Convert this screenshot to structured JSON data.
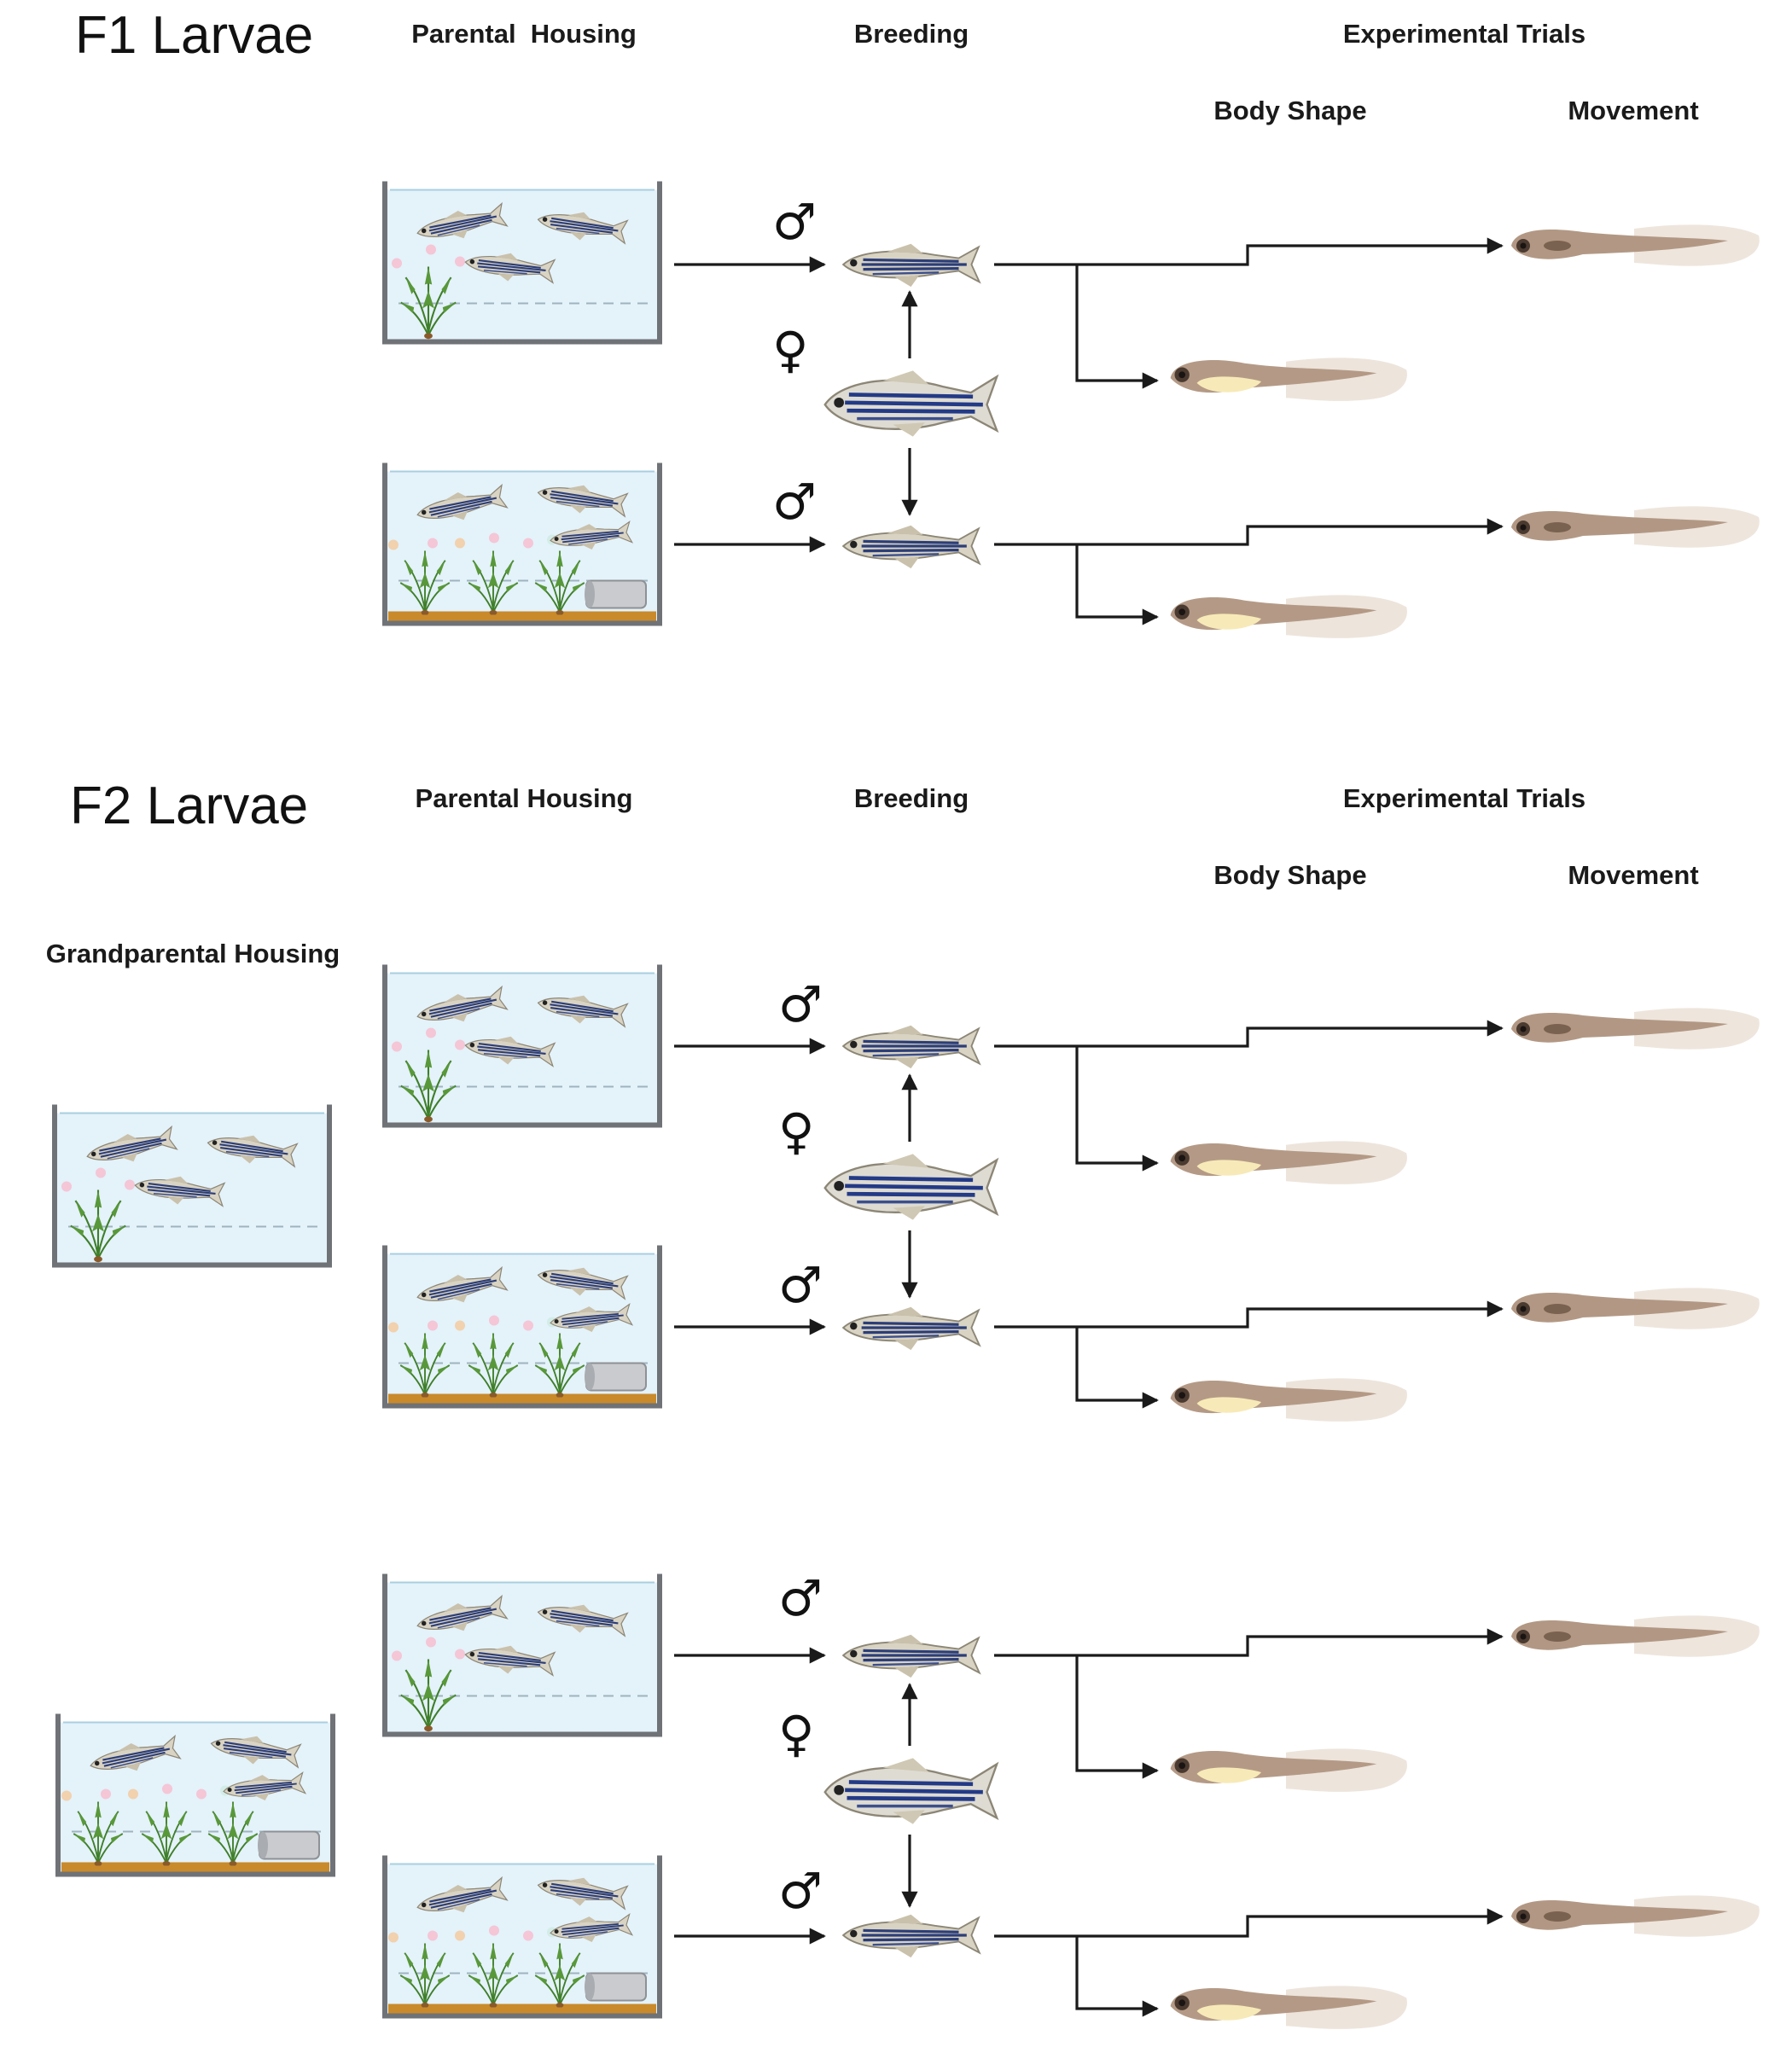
{
  "sections": {
    "f1": {
      "title": "F1 Larvae",
      "headers": {
        "parental_housing": "Parental  Housing",
        "breeding": "Breeding",
        "experimental_trials": "Experimental Trials",
        "body_shape": "Body Shape",
        "movement": "Movement"
      }
    },
    "f2": {
      "title": "F2 Larvae",
      "headers": {
        "parental_housing": "Parental Housing",
        "breeding": "Breeding",
        "experimental_trials": "Experimental Trials",
        "body_shape": "Body Shape",
        "movement": "Movement",
        "grandparental_housing": "Grandparental Housing"
      }
    }
  },
  "symbols": {
    "male": "♂",
    "female": "♀"
  },
  "tank_types": [
    "basic",
    "enriched"
  ],
  "colors": {
    "water": "#e4f2fa",
    "tank_frame": "#6f7276",
    "plant": "#4b8a32",
    "gravel": "#c98a2b",
    "fish_stripe": "#2c3e78",
    "larva": "#b79a84",
    "yolk": "#f7eab8",
    "arrow": "#1a1a1a"
  }
}
